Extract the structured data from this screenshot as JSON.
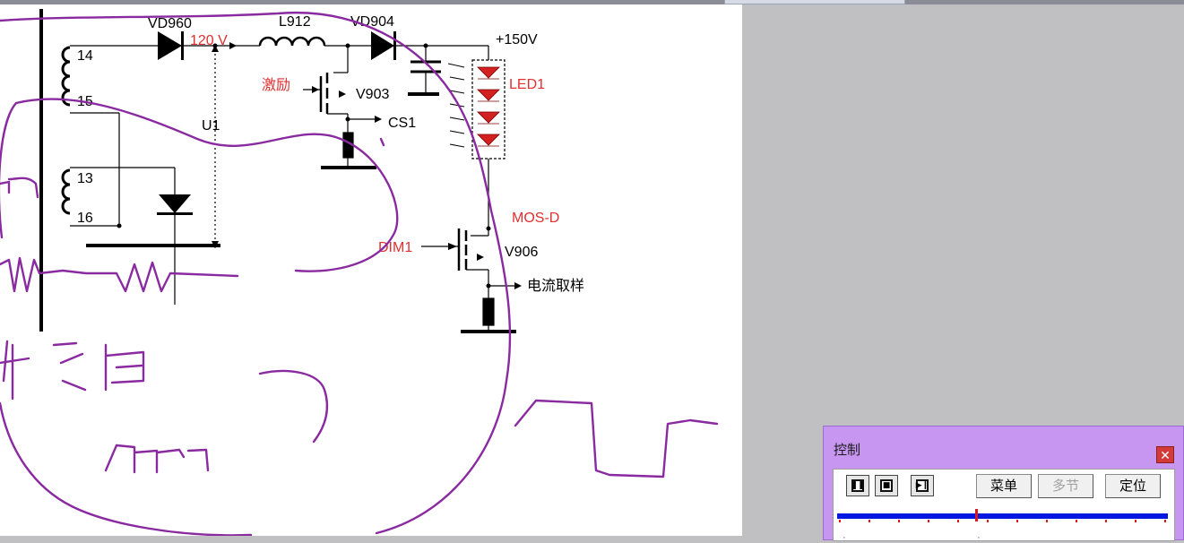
{
  "diagram": {
    "labels": {
      "vd960": "VD960",
      "voltage_120": "120 V",
      "l912": "L912",
      "vd904": "VD904",
      "plus150": "+150V",
      "pin14": "14",
      "pin15": "15",
      "pin13": "13",
      "pin16": "16",
      "excite": "激励",
      "v903": "V903",
      "cs1": "CS1",
      "led1": "LED1",
      "u1": "U1",
      "mosd": "MOS-D",
      "dim1": "DIM1",
      "v906": "V906",
      "current_sample": "电流取样"
    },
    "colors": {
      "wire": "#000000",
      "red_label": "#e03030",
      "led": "#d32020",
      "annotation": "#8a2aa0"
    }
  },
  "control_panel": {
    "title": "控制",
    "close_icon": "close-icon",
    "buttons": {
      "menu": "菜单",
      "multi": "多节",
      "locate": "定位"
    },
    "transport_icons": [
      "pause-icon",
      "stop-icon",
      "step-forward-icon"
    ],
    "progress": 0.42,
    "colors": {
      "panel_bg": "#c796f0",
      "track": "#0018e0",
      "tick": "#e01818"
    }
  }
}
